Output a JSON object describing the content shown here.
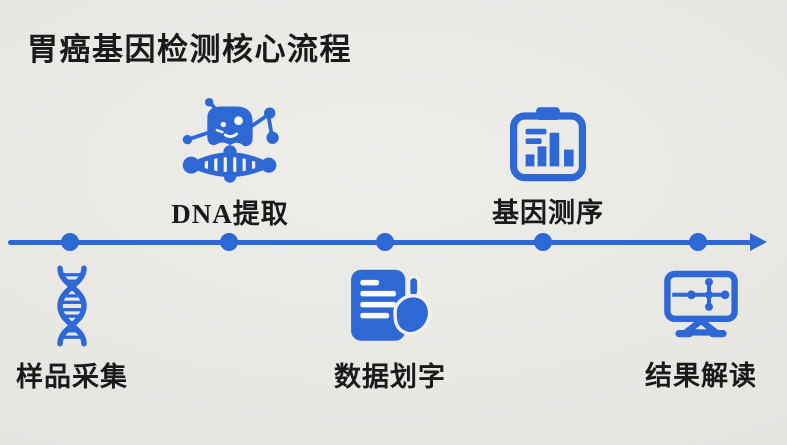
{
  "title": "胃癌基因检测核心流程",
  "colors": {
    "accent": "#2e68d5",
    "background": "#e8e6e3",
    "text": "#1a1a1a"
  },
  "timeline": {
    "direction": "right",
    "dot_count": 5
  },
  "steps": [
    {
      "label": "样品采集",
      "icon": "dna-helix-icon",
      "side": "below"
    },
    {
      "label": "DNA提取",
      "icon": "dna-molecule-icon",
      "side": "above"
    },
    {
      "label": "数据划字",
      "icon": "document-stomach-icon",
      "side": "below"
    },
    {
      "label": "基因测序",
      "icon": "clipboard-chart-icon",
      "side": "above"
    },
    {
      "label": "结果解读",
      "icon": "monitor-network-icon",
      "side": "below"
    }
  ]
}
